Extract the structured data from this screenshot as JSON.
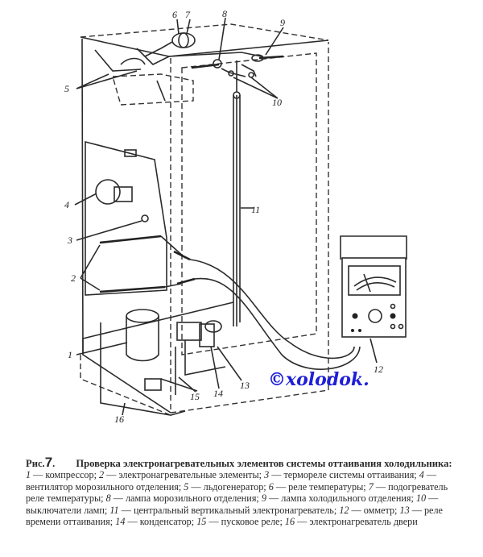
{
  "figure": {
    "prefix": "Рис.",
    "number": "7",
    "dot": ".",
    "title": "Проверка электронагревательных элементов системы оттаивания холодильника:",
    "legend": [
      {
        "n": "1",
        "text": "компрессор;"
      },
      {
        "n": "2",
        "text": "электронагревательные элементы;"
      },
      {
        "n": "3",
        "text": "термореле системы оттаивания;"
      },
      {
        "n": "4",
        "text": "вентилятор морозильного отделения;"
      },
      {
        "n": "5",
        "text": "льдогенератор;"
      },
      {
        "n": "6",
        "text": "реле температуры;"
      },
      {
        "n": "7",
        "text": "подогреватель реле температуры;"
      },
      {
        "n": "8",
        "text": "лампа морозильного отделения;"
      },
      {
        "n": "9",
        "text": "лампа холодильного отделения;"
      },
      {
        "n": "10",
        "text": "выключатели ламп;"
      },
      {
        "n": "11",
        "text": "центральный вертикальный электронагреватель;"
      },
      {
        "n": "12",
        "text": "омметр;"
      },
      {
        "n": "13",
        "text": "реле времени оттаивания;"
      },
      {
        "n": "14",
        "text": "конденсатор;"
      },
      {
        "n": "15",
        "text": "пусковое реле;"
      },
      {
        "n": "16",
        "text": "электронагреватель двери"
      }
    ]
  },
  "callouts": [
    "1",
    "2",
    "3",
    "4",
    "5",
    "6",
    "7",
    "8",
    "9",
    "10",
    "11",
    "12",
    "13",
    "14",
    "15",
    "16"
  ],
  "watermark": "©xolodok.",
  "colors": {
    "ink": "#2b2b2b",
    "watermark": "#1f1fd8",
    "background": "#ffffff"
  }
}
